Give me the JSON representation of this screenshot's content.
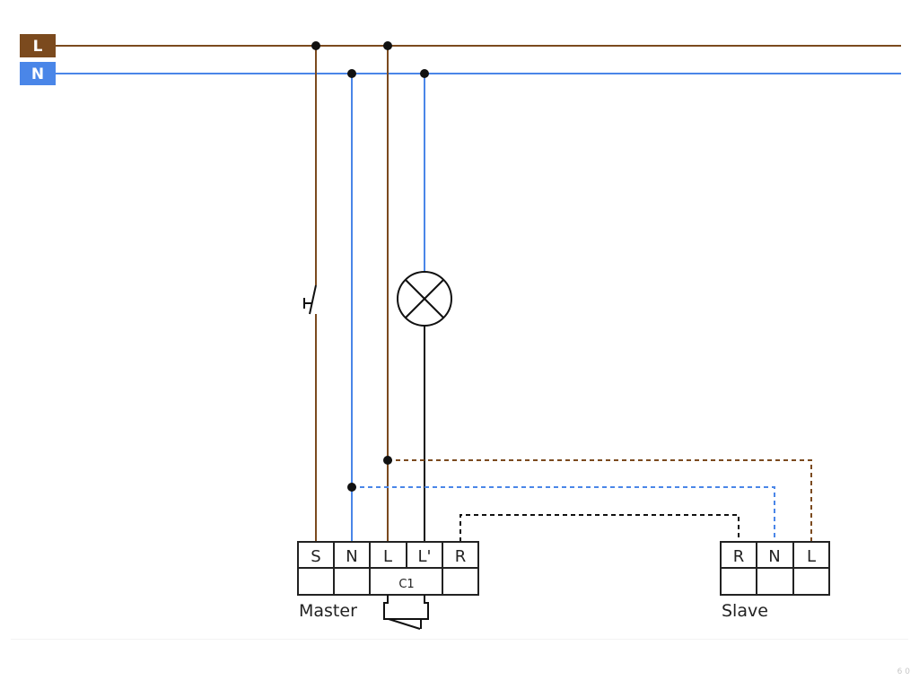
{
  "colors": {
    "live": "#7b4a1e",
    "neutral": "#4a86e8",
    "control": "#111111",
    "outline": "#222222"
  },
  "bus": {
    "live_label": "L",
    "neutral_label": "N"
  },
  "master": {
    "label": "Master",
    "terminals": [
      "S",
      "N",
      "L",
      "L'",
      "R"
    ],
    "contact_label": "C1"
  },
  "slave": {
    "label": "Slave",
    "terminals": [
      "R",
      "N",
      "L"
    ]
  },
  "components": {
    "lamp_icon": "lamp-icon",
    "switch_icon": "push-button-switch-icon",
    "relay_icon": "relay-contact-icon"
  },
  "footer": {
    "page_number": "6 0"
  }
}
